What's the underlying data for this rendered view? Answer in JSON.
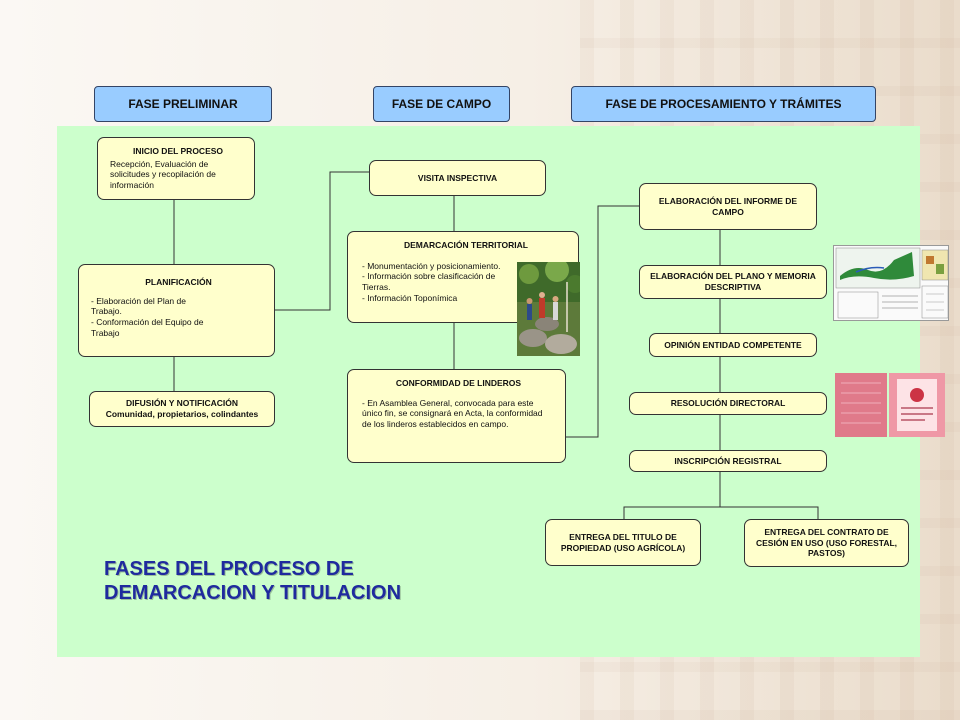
{
  "phases": {
    "preliminar": "FASE PRELIMINAR",
    "campo": "FASE DE CAMPO",
    "procesamiento": "FASE DE PROCESAMIENTO Y TRÁMITES"
  },
  "boxes": {
    "inicio": {
      "title": "INICIO DEL PROCESO",
      "body": "Recepción, Evaluación de\nsolicitudes y recopilación de\ninformación"
    },
    "planificacion": {
      "title": "PLANIFICACIÓN",
      "body": "- Elaboración del Plan de\n   Trabajo.\n- Conformación del Equipo de\n   Trabajo"
    },
    "difusion": {
      "title": "DIFUSIÓN Y NOTIFICACIÓN",
      "subtitle": "Comunidad, propietarios, colindantes"
    },
    "visita": {
      "title": "VISITA INSPECTIVA"
    },
    "demarcacion": {
      "title": "DEMARCACIÓN TERRITORIAL",
      "body": "- Monumentación y posicionamiento.\n- Información sobre clasificación de\n   Tierras.\n- Información Toponímica"
    },
    "conformidad": {
      "title": "CONFORMIDAD DE LINDEROS",
      "body": "- En Asamblea General, convocada para este\n  único fin, se consignará en Acta, la conformidad\n  de los linderos establecidos en campo."
    },
    "informe": {
      "title": "ELABORACIÓN DEL INFORME DE CAMPO"
    },
    "plano": {
      "title": "ELABORACIÓN DEL PLANO Y MEMORIA DESCRIPTIVA"
    },
    "opinion": {
      "title": "OPINIÓN ENTIDAD COMPETENTE"
    },
    "resolucion": {
      "title": "RESOLUCIÓN DIRECTORAL"
    },
    "inscripcion": {
      "title": "INSCRIPCIÓN REGISTRAL"
    },
    "titulo": {
      "title": "ENTREGA DEL TITULO DE PROPIEDAD (USO AGRÍCOLA)"
    },
    "contrato": {
      "title": "ENTREGA DEL CONTRATO DE CESIÓN EN USO (USO FORESTAL, PASTOS)"
    }
  },
  "main_title": "FASES DEL PROCESO DE\nDEMARCACION Y TITULACION",
  "colors": {
    "tab_fill": "#99ccff",
    "panel_fill": "#ccffcc",
    "box_fill": "#ffffcc",
    "title_color": "#1f2a9e"
  }
}
